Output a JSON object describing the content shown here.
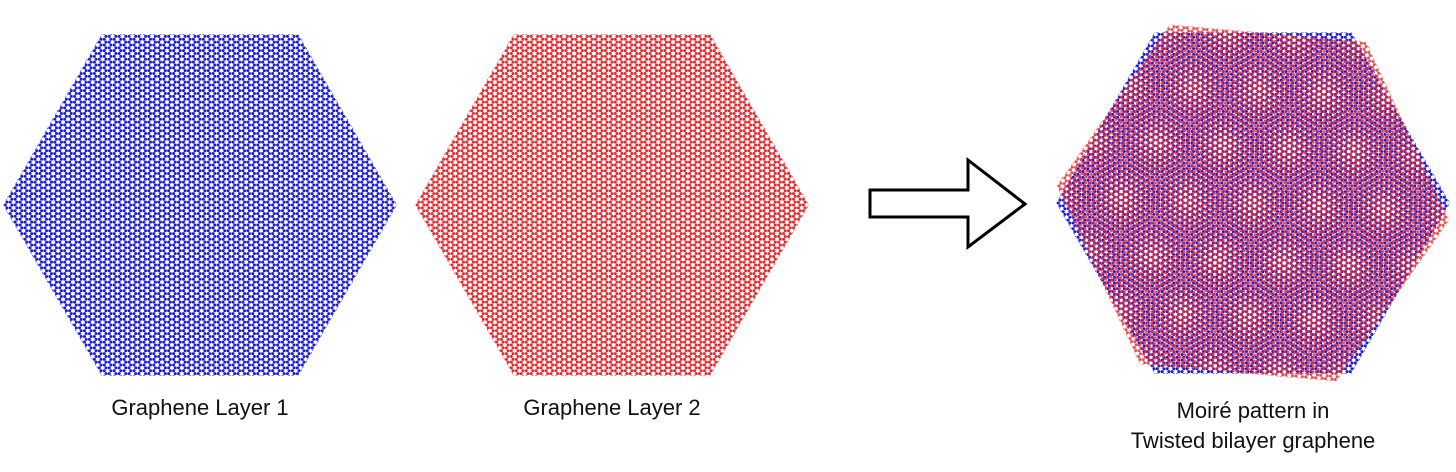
{
  "labels": {
    "layer1": "Graphene Layer 1",
    "layer2": "Graphene Layer 2",
    "moire_line1": "Moiré pattern in",
    "moire_line2": "Twisted bilayer graphene"
  },
  "colors": {
    "layer1": "#1a1adb",
    "layer2": "#e8262b",
    "arrow_stroke": "#000000",
    "arrow_fill": "#ffffff"
  },
  "moire": {
    "twist_angle_deg": 5
  }
}
